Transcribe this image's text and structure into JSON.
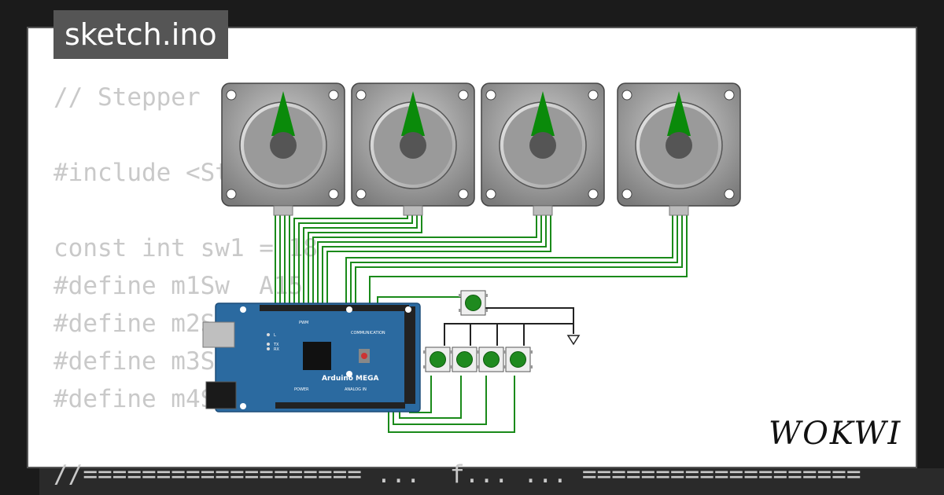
{
  "file_tab": {
    "label": "sketch.ino"
  },
  "code_lines": [
    "// Stepper",
    "",
    "#include <St",
    "",
    "const int sw1 = 18",
    "#define m1Sw  A15",
    "#define m2S",
    "#define m3S",
    "#define m4S",
    "",
    "//=================== ...  f... ... ==================="
  ],
  "board": {
    "label": "Arduino MEGA",
    "header_labels": {
      "pwm": "PWM",
      "communication": "COMMUNICATION",
      "power": "POWER",
      "analog_in": "ANALOG IN",
      "tx": "TX",
      "rx": "RX",
      "l": "L"
    }
  },
  "steppers": [
    {
      "id": "motor-1"
    },
    {
      "id": "motor-2"
    },
    {
      "id": "motor-3"
    },
    {
      "id": "motor-4"
    }
  ],
  "buttons": [
    {
      "id": "btn-top"
    },
    {
      "id": "btn-1"
    },
    {
      "id": "btn-2"
    },
    {
      "id": "btn-3"
    },
    {
      "id": "btn-4"
    }
  ],
  "brand": {
    "logo_text": "WOKWI"
  },
  "colors": {
    "wire": "#1a8a1a",
    "board": "#2b6aa0",
    "motor_body": "#9a9a9a",
    "needle": "#0a8a0a",
    "button": "#1f8a1f"
  },
  "icons": [
    "ground-symbol-icon",
    "usb-port-icon",
    "power-jack-icon"
  ]
}
